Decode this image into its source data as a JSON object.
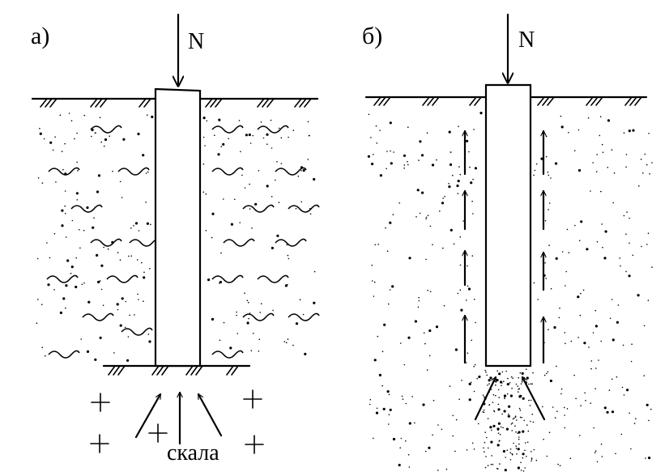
{
  "panel_a": {
    "label": "а)",
    "force": "N",
    "rock": "скала"
  },
  "panel_b": {
    "label": "б)",
    "force": "N"
  },
  "colors": {
    "ink": "#000000",
    "paper": "#ffffff"
  }
}
